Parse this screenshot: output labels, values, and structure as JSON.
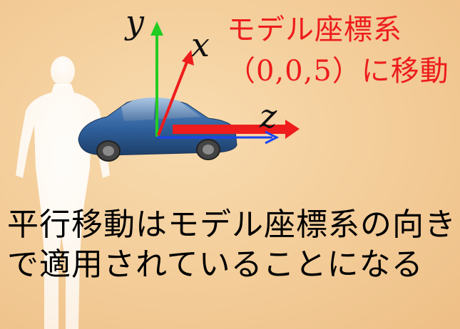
{
  "figure": {
    "title_line1": "モデル座標系",
    "title_line2_coords": "（0,0,5）",
    "title_line2_suffix": "に移動",
    "axis_labels": {
      "x": "x",
      "y": "y",
      "z": "z"
    },
    "caption": "平行移動はモデル座標系の向きで適用されていることになる",
    "icons": [
      "human-silhouette-icon",
      "car-icon"
    ],
    "colors": {
      "title": "#ee1c1c",
      "y_axis": "#22cc22",
      "x_axis": "#ee1c1c",
      "z_axis": "#1a44ee",
      "translation_arrow": "#ee1c1c",
      "car_body": "#2e5f9a",
      "silhouette": "#ffffff"
    }
  }
}
